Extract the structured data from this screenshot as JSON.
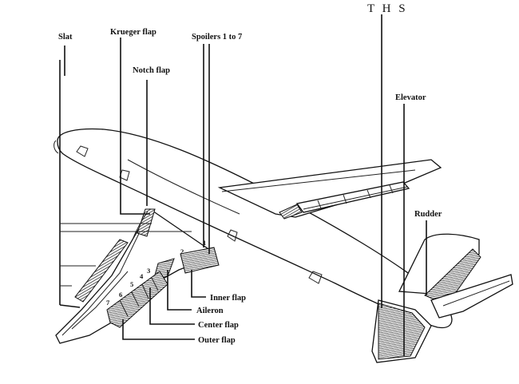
{
  "labels": {
    "ths": "T H S",
    "slat": "Slat",
    "krueger_flap": "Krueger flap",
    "spoilers": "Spoilers 1 to 7",
    "notch_flap": "Notch flap",
    "elevator": "Elevator",
    "rudder": "Rudder",
    "inner_flap": "Inner flap",
    "aileron": "Aileron",
    "center_flap": "Center flap",
    "outer_flap": "Outer flap"
  },
  "spoiler_numbers": [
    "1",
    "2",
    "3",
    "4",
    "5",
    "6",
    "7"
  ]
}
